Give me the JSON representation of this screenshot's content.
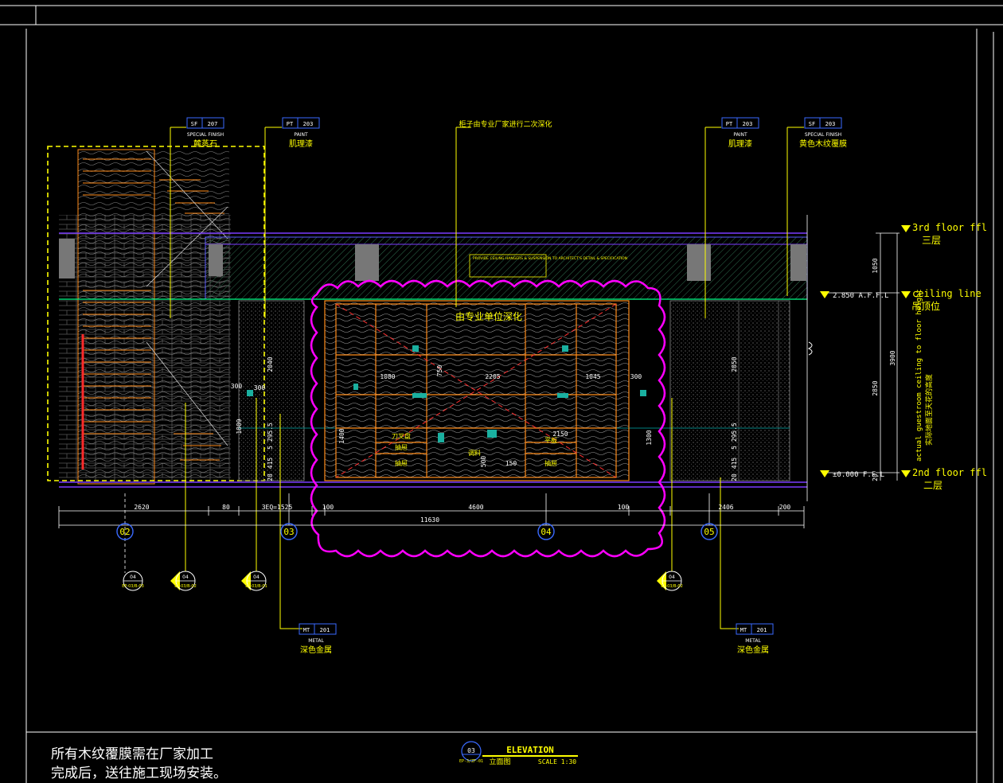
{
  "tags": {
    "sf207": {
      "code": "SF",
      "num": "207",
      "type": "SPECIAL FINISH",
      "name": "麓蒸石"
    },
    "pt203a": {
      "code": "PT",
      "num": "203",
      "type": "PAINT",
      "name": "肌理漆"
    },
    "note_top": "柜子由专业厂家进行二次深化",
    "pt203b": {
      "code": "PT",
      "num": "203",
      "type": "PAINT",
      "name": "肌理漆"
    },
    "sf203": {
      "code": "SF",
      "num": "203",
      "type": "SPECIAL FINISH",
      "name": "黄色木纹覆膜"
    },
    "mt201a": {
      "code": "MT",
      "num": "201",
      "type": "METAL",
      "name": "深色金属"
    },
    "mt201b": {
      "code": "MT",
      "num": "201",
      "type": "METAL",
      "name": "深色金属"
    }
  },
  "levels": {
    "third_floor": "3rd floor ffl",
    "third_floor_cn": "三层",
    "ceiling": "ceiling line",
    "ceiling_cn": "吊顶位",
    "ceiling_el": "2.850 A.F.F.L",
    "second_floor": "2nd floor ffl",
    "second_floor_cn": "二层",
    "second_floor_el": "±0.000 F.F.L",
    "vertical_note_en": "actual guestroom ceiling to floor height",
    "vertical_note_cn": "实际地面至天花的高度"
  },
  "cabinet": {
    "title": "由专业单位深化",
    "label_knife": "刀叉盘",
    "label_drawer1": "抽屉",
    "label_drawer2": "抽屉",
    "label_drawer3": "抽屉",
    "label_dish": "平板",
    "label_sink": "调料"
  },
  "dims": {
    "d1050": "1050",
    "d3900": "3900",
    "d2850": "2850",
    "d20": "20",
    "d1080": "1080",
    "d2205": "2205",
    "d1045": "1045",
    "d300a": "300",
    "d300b": "300",
    "d2040": "2040",
    "d2050": "2050",
    "d750": "750",
    "d1400": "1400",
    "d1300": "1300",
    "d2150": "2150",
    "d500": "500",
    "d150": "150",
    "d1809": "1809",
    "d300c": "300",
    "d415a": "415",
    "d2955a": "5 295.5",
    "d20a": "20",
    "d415b": "415",
    "d2955b": "5 295.5",
    "d20b": "20",
    "b2620": "2620",
    "b80": "80",
    "b3eq": "3EQ=1525",
    "b100a": "100",
    "b4600": "4600",
    "b100b": "100",
    "b2406": "2406",
    "b200": "200",
    "total": "11630"
  },
  "grids": [
    "02",
    "03",
    "04",
    "05"
  ],
  "callouts": [
    {
      "num": "04",
      "ref": "EP-03/B-03"
    },
    {
      "num": "04",
      "ref": "EP-03/B-02"
    },
    {
      "num": "04",
      "ref": "EP-03/B-01"
    },
    {
      "num": "04",
      "ref": "EP-03/B-02"
    }
  ],
  "title_block": {
    "num": "03",
    "ref": "EP-3/ZF-01",
    "title": "ELEVATION",
    "subtitle": "立面图",
    "scale": "SCALE 1:30"
  },
  "note_small": "PROVIDE CEILING HANGERS & SUSPENSION TO ARCHITECT'S DETAIL & SPECIFICATION",
  "footer_note_1": "所有木纹覆膜需在厂家加工",
  "footer_note_2": "完成后，送往施工现场安装。",
  "colors": {
    "bg": "#000000",
    "frame": "#ffffff",
    "yellow": "#ffff00",
    "orange": "#ff8c1a",
    "magenta": "#ff00ff",
    "cyan": "#00ffff",
    "green": "#00ff66",
    "blue": "#4a4aff",
    "purple": "#7a3cff"
  }
}
